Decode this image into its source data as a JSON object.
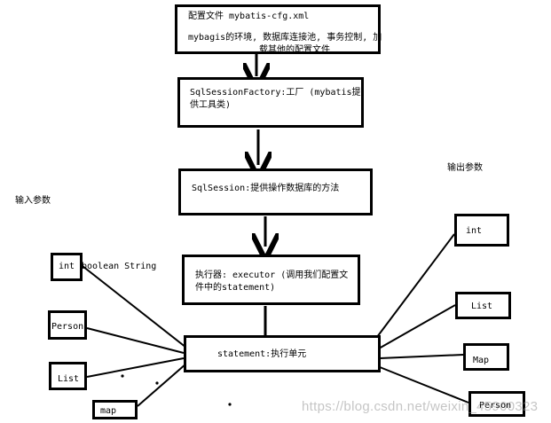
{
  "flow": {
    "config": {
      "line1": "配置文件 mybatis-cfg.xml",
      "line2": "mybagis的环境, 数据库连接池, 事务控制, 加",
      "line3": "载其他的配置文件"
    },
    "factory": {
      "line1": "SqlSessionFactory:工厂 (mybatis提",
      "line2": "供工具类)"
    },
    "session": {
      "line1": "SqlSession:提供操作数据库的方法"
    },
    "executor": {
      "line1": "执行器: executor (调用我们配置文",
      "line2": "件中的statement)"
    },
    "statement": {
      "line1": "statement:执行单元"
    }
  },
  "inputs": {
    "title": "输入参数",
    "int": "int",
    "int_note": "boolean String",
    "person": "Person",
    "list": "List",
    "map": "map"
  },
  "outputs": {
    "title": "输出参数",
    "int": "int",
    "list": "List",
    "map": "Map",
    "person": "Person"
  },
  "watermark": "https://blog.csdn.net/weixin_45900323"
}
